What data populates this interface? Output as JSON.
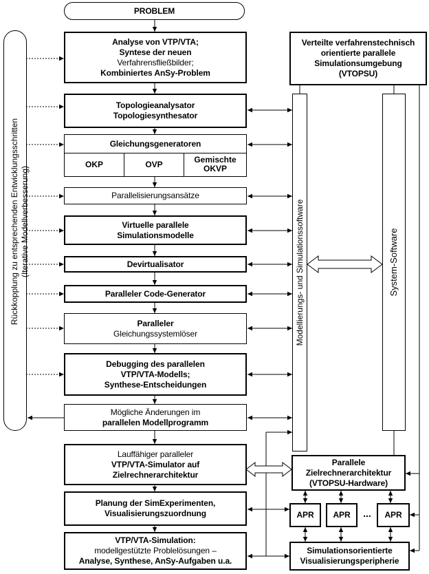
{
  "problem": "PROBLEM",
  "feedback": {
    "line1": "Rückkopplung zu entsprechenden Entwicklungsschritten",
    "line2": "(Iterative Modellverbesserung)"
  },
  "steps": {
    "analyse": [
      "Analyse von VTP/VTA;",
      "Syntese der neuen",
      "Verfahrensfließbilder;",
      "Kombiniertes AnSy-Problem"
    ],
    "topologie": [
      "Topologieanalysator",
      "Topologiesynthesator"
    ],
    "gleichung": {
      "title": "Gleichungsgeneratoren",
      "cells": [
        "OKP",
        "OVP",
        "Gemischte",
        "OKVP"
      ]
    },
    "parallelisierung": "Parallelisierungsansätze",
    "virtuell": [
      "Virtuelle parallele",
      "Simulationsmodelle"
    ],
    "devirtualisator": "Devirtualisator",
    "codegen": "Paralleler Code-Generator",
    "loeser": [
      "Paralleler",
      "Gleichungssystemlöser"
    ],
    "debugging": [
      "Debugging des parallelen",
      "VTP/VTA-Modells;",
      "Synthese-Entscheidungen"
    ],
    "aenderungen": [
      "Mögliche Änderungen im",
      "parallelen Modellprogramm"
    ],
    "simulator": [
      "Lauffähiger paralleler",
      "VTP/VTA-Simulator auf",
      "Zielrechnerarchitektur"
    ],
    "planung": [
      "Planung der SimExperimenten,",
      "Visualisierungszuordnung"
    ],
    "simulation": [
      "VTP/VTA-Simulation:",
      "modellgestützte Problelösungen –",
      "Analyse, Synthese, AnSy-Aufgaben u.a."
    ]
  },
  "right": {
    "vtopsu": [
      "Verteilte verfahrenstechnisch",
      "orientierte parallele",
      "Simulationsumgebung",
      "(VTOPSU)"
    ],
    "modellierung": "Modellierungs- und Simulationssoftware",
    "system": "System-Software",
    "hardware": [
      "Parallele",
      "Zielrechnerarchitektur",
      "(VTOPSU-Hardware)"
    ],
    "apr": [
      "APR",
      "APR",
      "APR"
    ],
    "dots": "...",
    "peripherie": [
      "Simulationsorientierte",
      "Visualisierungsperipherie"
    ]
  }
}
